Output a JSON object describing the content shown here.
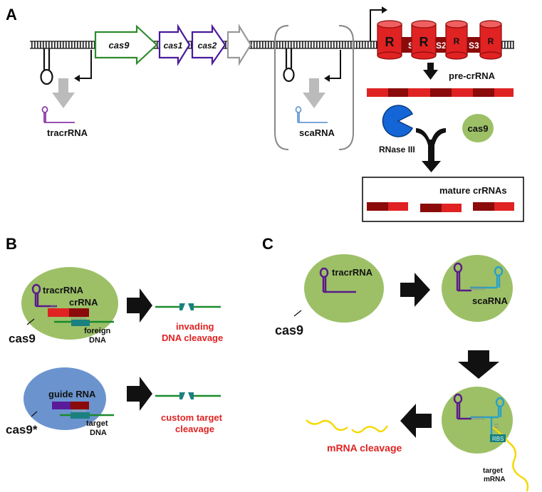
{
  "panels": {
    "a": "A",
    "b": "B",
    "c": "C"
  },
  "genes": {
    "cas9": "cas9",
    "cas1": "cas1",
    "cas2": "cas2"
  },
  "repeat_units": {
    "r_large": "R",
    "r_small": "R",
    "s1": "S1",
    "s2": "S2",
    "s3": "S3"
  },
  "rna": {
    "tracrrna": "tracrRNA",
    "scarna": "scaRNA",
    "pre_crrna": "pre-crRNA",
    "rnase": "RNase III",
    "cas9": "cas9",
    "mature": "mature crRNAs"
  },
  "panel_b": {
    "tracrrna": "tracrRNA",
    "crrna": "crRNA",
    "cas9": "cas9",
    "foreign_line1": "foreign",
    "foreign_line2": "DNA",
    "result1_line1": "invading",
    "result1_line2": "DNA cleavage",
    "guide": "guide RNA",
    "cas9_star": "cas9*",
    "target_line1": "target",
    "target_line2": "DNA",
    "result2_line1": "custom target",
    "result2_line2": "cleavage"
  },
  "panel_c": {
    "tracrrna": "tracrRNA",
    "cas9": "cas9",
    "scarna": "scaRNA",
    "rbs": "RBS",
    "mrna_cleavage": "mRNA cleavage",
    "target_line1": "target",
    "target_line2": "mRNA"
  },
  "colors": {
    "cas9_green": "#2e8b2e",
    "cas_purple": "#4a1a9a",
    "repeat_red": "#e02222",
    "dark_red": "#8b0a0a",
    "pacman_blue": "#1466d6",
    "cell_green": "#9dc067",
    "cell_blue": "#6b94cf",
    "teal": "#1a8080",
    "scarna_blue": "#2aa0c8",
    "mrna_yellow": "#f5d800"
  }
}
